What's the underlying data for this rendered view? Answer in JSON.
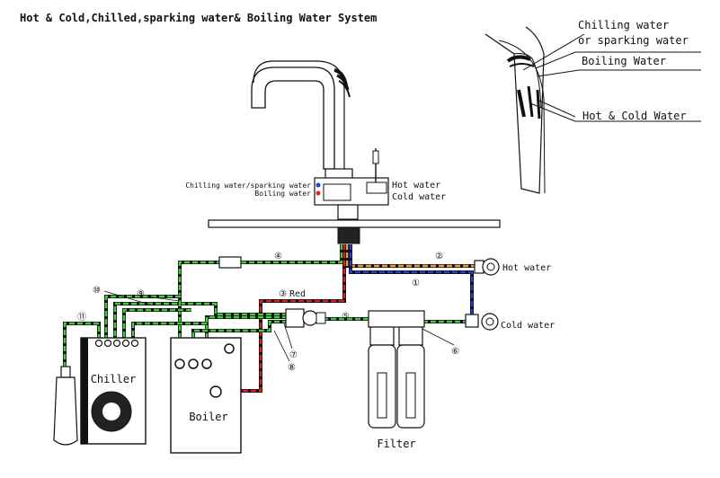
{
  "title": "Hot & Cold,Chilled,sparking water& Boiling Water System",
  "inset": {
    "chilling_line1": "Chilling water",
    "chilling_line2": "or sparking water",
    "boiling": "Boiling Water",
    "hot_cold": "Hot & Cold Water"
  },
  "faucet": {
    "left_label1": "Chilling water/sparking water",
    "left_label2": "Boiling water",
    "right_label1": "Hot water",
    "right_label2": "Cold water"
  },
  "components": {
    "chiller": "Chiller",
    "boiler": "Boiler",
    "filter": "Filter",
    "hot_water_valve": "Hot water",
    "cold_water_valve": "Cold water"
  },
  "pipe_numbers": {
    "n1": "①",
    "n2": "②",
    "n3": "③",
    "n3_label": "Red",
    "n4": "④",
    "n5": "⑤",
    "n6": "⑥",
    "n7": "⑦",
    "n8": "⑧",
    "n9": "⑨",
    "n10": "⑩",
    "n11": "⑪"
  },
  "colors": {
    "green_pipe": "#3ecf3e",
    "red_pipe": "#e02020",
    "blue_pipe": "#2040d0",
    "orange_pipe": "#f0a040",
    "line": "#111111"
  }
}
